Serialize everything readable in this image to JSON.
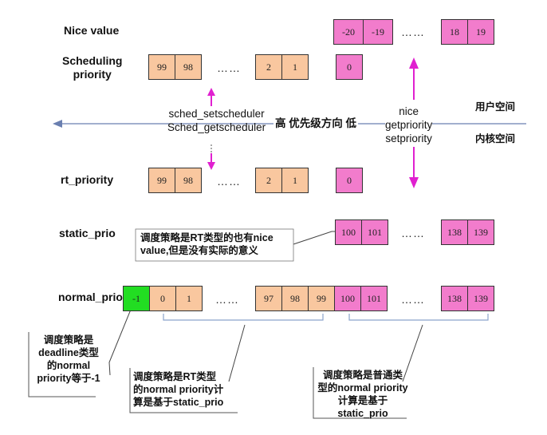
{
  "labels": {
    "nice": "Nice value",
    "sched_line1": "Scheduling",
    "sched_line2": "priority",
    "rt": "rt_priority",
    "static": "static_prio",
    "normal": "normal_prio"
  },
  "ellipsis": "……",
  "cells": {
    "nice_a": [
      "-20",
      "-19"
    ],
    "nice_b": [
      "18",
      "19"
    ],
    "sched_a": [
      "99",
      "98"
    ],
    "sched_b": [
      "2",
      "1"
    ],
    "sched_c": "0",
    "rt_a": [
      "99",
      "98"
    ],
    "rt_b": [
      "2",
      "1"
    ],
    "rt_c": "0",
    "static_a": [
      "100",
      "101"
    ],
    "static_b": [
      "138",
      "139"
    ],
    "normal_green": "-1",
    "normal_a": [
      "0",
      "1"
    ],
    "normal_b": [
      "97",
      "98",
      "99"
    ],
    "normal_c": [
      "100",
      "101"
    ],
    "normal_d": [
      "138",
      "139"
    ]
  },
  "api": {
    "left_line1": "sched_setscheduler",
    "left_line2": "Sched_getscheduler",
    "right_line1": "nice",
    "right_line2": "getpriority",
    "right_line3": "setpriority",
    "direction": "高 优先级方向 低"
  },
  "space": {
    "user": "用户空间",
    "kernel": "内核空间"
  },
  "notes": {
    "rt_nice_line1": "调度策略是RT类型的也有nice",
    "rt_nice_line2": "value,但是没有实际的意义",
    "deadline_line1": "调度策略是",
    "deadline_line2": "deadline类型",
    "deadline_line3": "的normal",
    "deadline_line4": "priority等于-1",
    "rt_normal_line1": "调度策略是RT类型",
    "rt_normal_line2": "的normal priority计",
    "rt_normal_line3": "算是基于static_prio",
    "normal_line1": "调度策略是普通类",
    "normal_line2": "型的normal priority",
    "normal_line3": "计算是基于",
    "normal_line4": "static_prio"
  },
  "colors": {
    "orange": "#f9c79f",
    "pink": "#f27ccc",
    "green": "#22dd22",
    "arrow_magenta": "#e020d0",
    "axis_blue": "#6a7fb0"
  }
}
